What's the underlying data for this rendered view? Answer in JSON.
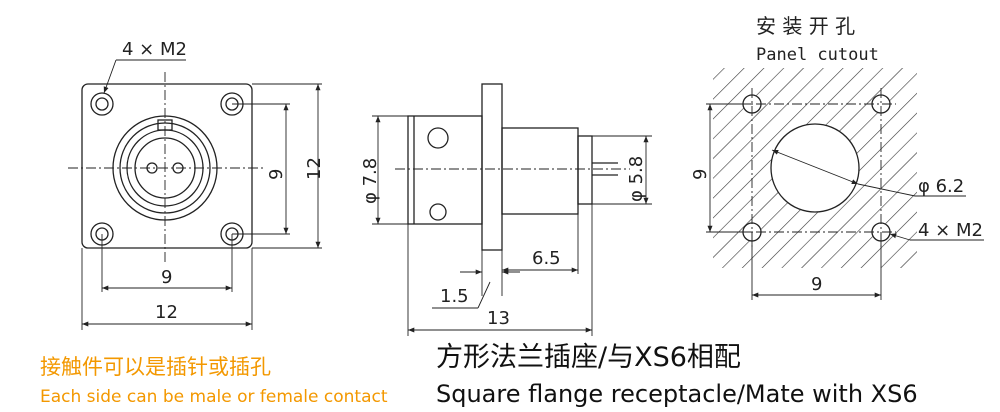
{
  "front_view": {
    "hole_callout": "4 × M2",
    "dim_inner_h": "9",
    "dim_outer_h": "12",
    "dim_inner_w": "9",
    "dim_outer_w": "12"
  },
  "side_view": {
    "dim_body_dia": "φ 7.8",
    "dim_pin_dia": "φ 5.8",
    "dim_front_len": "6.5",
    "dim_flange": "1.5",
    "dim_total_len": "13"
  },
  "cutout": {
    "title_cn": "安 装 开 孔",
    "title_en": "Panel cutout",
    "dim_hole_dia": "φ 6.2",
    "hole_callout": "4 × M2",
    "dim_h": "9",
    "dim_w": "9"
  },
  "note": {
    "cn": "接触件可以是插针或插孔",
    "en": "Each side can be male or female contact",
    "color": "#f39800"
  },
  "product": {
    "title_cn": "方形法兰插座/与XS6相配",
    "title_en": "Square flange receptacle/Mate with XS6"
  }
}
